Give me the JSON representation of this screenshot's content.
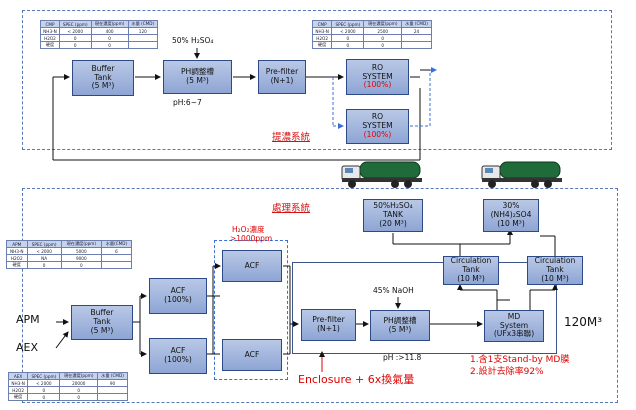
{
  "sections": {
    "concentration": "提濃系統",
    "treatment": "處理系統"
  },
  "top": {
    "buffer_tank": {
      "name": "Buffer",
      "name2": "Tank",
      "cap": "(5 M³)"
    },
    "h2so4_label": "50% H₂SO₄",
    "ph_tank": {
      "name": "PH調整槽",
      "cap": "(5 M³)"
    },
    "ph_range": "pH:6~7",
    "prefilter": {
      "name": "Pre-filter",
      "cap": "(N+1)"
    },
    "ro1": {
      "name": "RO",
      "name2": "SYSTEM",
      "cap": "(100%)"
    },
    "ro2": {
      "name": "RO",
      "name2": "SYSTEM",
      "cap": "(100%)"
    }
  },
  "table_headers": [
    "CMP",
    "SPEC (ppm)",
    "現在濃度(ppm)",
    "水量 (CMD)"
  ],
  "table_top_left": [
    [
      "NH3-N",
      "< 2000",
      "400",
      "120"
    ],
    [
      "H2O2",
      "0",
      "0",
      ""
    ],
    [
      "硬度",
      "0",
      "0",
      ""
    ]
  ],
  "table_top_right": [
    [
      "NH3-N",
      "< 2000",
      "2500",
      "24"
    ],
    [
      "H2O2",
      "0",
      "0",
      ""
    ],
    [
      "硬度",
      "0",
      "0",
      ""
    ]
  ],
  "table_apm_headers": [
    "APM",
    "SPEC (ppm)",
    "現在濃度(ppm)",
    "水量(CMD)"
  ],
  "table_apm": [
    [
      "NH3-N",
      "< 2000",
      "5000",
      "6"
    ],
    [
      "H2O2",
      "NA",
      "9000",
      ""
    ],
    [
      "硬度",
      "0",
      "0",
      ""
    ]
  ],
  "table_aex_headers": [
    "AEX",
    "SPEC (ppm)",
    "現在濃度(ppm)",
    "水量 (CMD)"
  ],
  "table_aex": [
    [
      "NH3-N",
      "< 2000",
      "20000",
      "90"
    ],
    [
      "H2O2",
      "0",
      "0",
      ""
    ],
    [
      "硬度",
      "0",
      "0",
      ""
    ]
  ],
  "bottom": {
    "apm": "APM",
    "aex": "AEX",
    "buffer_tank": {
      "name": "Buffer",
      "name2": "Tank",
      "cap": "(5 M³)"
    },
    "acf1": {
      "name": "ACF",
      "cap": "(100%)"
    },
    "acf2": {
      "name": "ACF",
      "cap": "(100%)"
    },
    "acf3": {
      "name": "ACF"
    },
    "acf4": {
      "name": "ACF"
    },
    "h2o2_label1": "H₂O₂濃度",
    "h2o2_label2": ">1000ppm",
    "naoh_label": "45% NaOH",
    "prefilter": {
      "name": "Pre-filter",
      "cap": "(N+1)"
    },
    "ph_tank": {
      "name": "PH調整槽",
      "cap": "(5 M³)"
    },
    "md": {
      "name": "MD",
      "name2": "System",
      "cap": "(UFx3串聯)"
    },
    "ph_value": "pH :>11.8",
    "enclosure": "Enclosure + 6x換氣量",
    "capacity": "120M³",
    "note1": "1.含1支Stand-by MD膜",
    "note2": "2.設計去除率92%",
    "h2so4_tank": {
      "name": "50%H₂SO₄",
      "name2": "TANK",
      "cap": "(20 M³)"
    },
    "nh4so4_tank": {
      "name": "30%",
      "name2": "(NH4)₂SO4",
      "cap": "(10 M³)"
    },
    "circ1": {
      "name": "Circulation",
      "name2": "Tank",
      "cap": "(10 M³)"
    },
    "circ2": {
      "name": "Circulation",
      "name2": "Tank",
      "cap": "(10 M³)"
    }
  },
  "colors": {
    "box_fill": "#9fb3dd",
    "box_border": "#2e4a86",
    "dashed": "#3a6fd8",
    "red": "#e00000",
    "tanker": "#1f6b3a"
  }
}
